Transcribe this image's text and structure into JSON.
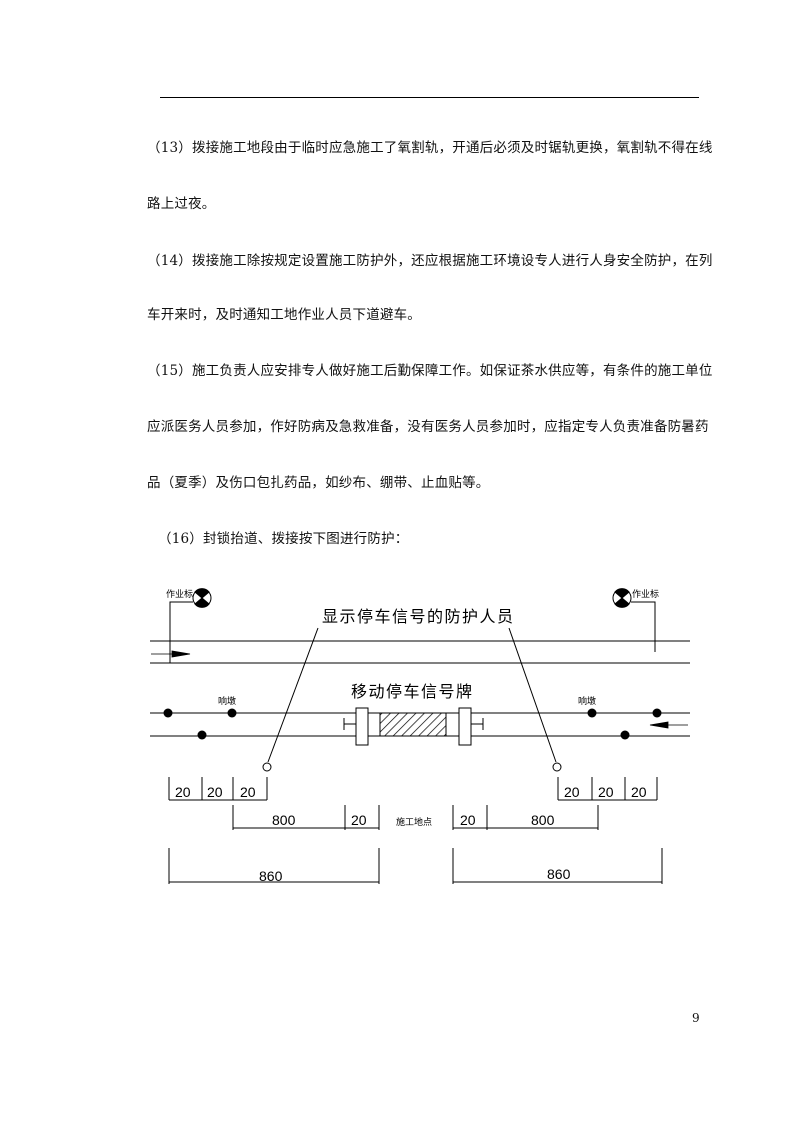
{
  "document": {
    "lines": [
      "（13）拨接施工地段由于临时应急施工了氧割轨，开通后必须及时锯轨更换，氧割轨不得在线",
      "路上过夜。",
      "（14）拨接施工除按规定设置施工防护外，还应根据施工环境设专人进行人身安全防护，在列",
      "车开来时，及时通知工地作业人员下道避车。",
      "（15）施工负责人应安排专人做好施工后勤保障工作。如保证茶水供应等，有条件的施工单位",
      "应派医务人员参加，作好防病及急救准备，没有医务人员参加时，应指定专人负责准备防暑药",
      "品（夏季）及伤口包扎药品，如纱布、绷带、止血贴等。",
      "（16）封锁抬道、拨接按下图进行防护："
    ],
    "page_number": "9"
  },
  "diagram": {
    "work_sign_left": "作业标",
    "work_sign_right": "作业标",
    "guard_label": "显示停车信号的防护人员",
    "stop_sign_label": "移动停车信号牌",
    "detonator_left": "响墩",
    "detonator_right": "响墩",
    "work_point": "施工地点",
    "dim_20": "20",
    "dim_800": "800",
    "dim_860": "860"
  }
}
